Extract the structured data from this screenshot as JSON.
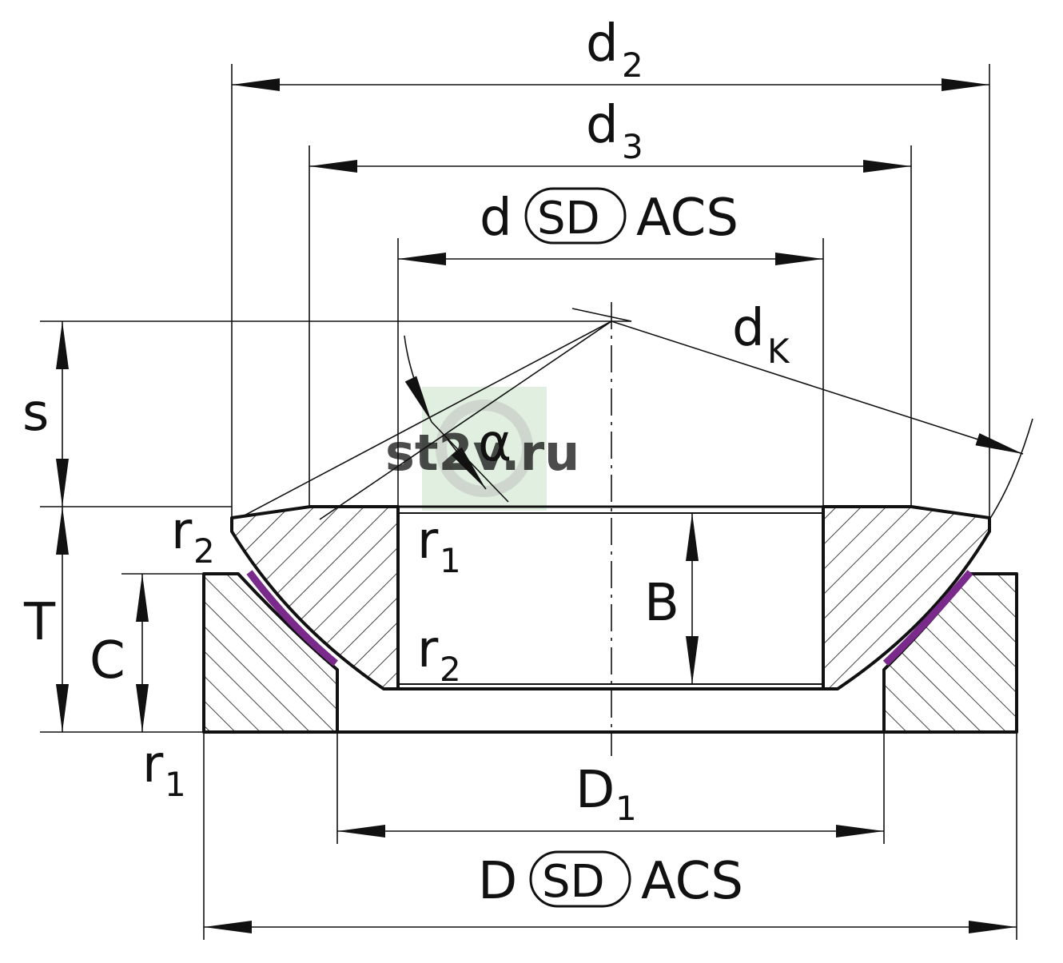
{
  "labels": {
    "d2": "d",
    "d2_sub": "2",
    "d3": "d",
    "d3_sub": "3",
    "d": "d",
    "d_tol": "SD",
    "d_acs": "ACS",
    "dk": "d",
    "dk_sub": "K",
    "s": "s",
    "alpha": "α",
    "T": "T",
    "C": "C",
    "B": "B",
    "r2_left": "r",
    "r2_left_sub": "2",
    "r1_inner": "r",
    "r1_inner_sub": "1",
    "r2_inner": "r",
    "r2_inner_sub": "2",
    "r1_bottom": "r",
    "r1_bottom_sub": "1",
    "D1": "D",
    "D1_sub": "1",
    "D": "D",
    "D_tol": "SD",
    "D_acs": "ACS"
  },
  "watermark": {
    "text": "st2v.ru"
  },
  "colors": {
    "line": "#111111",
    "sliding_layer": "#7a2a8a",
    "watermark_text": "#3f73c8",
    "watermark_bg": "#cfe6cf"
  }
}
